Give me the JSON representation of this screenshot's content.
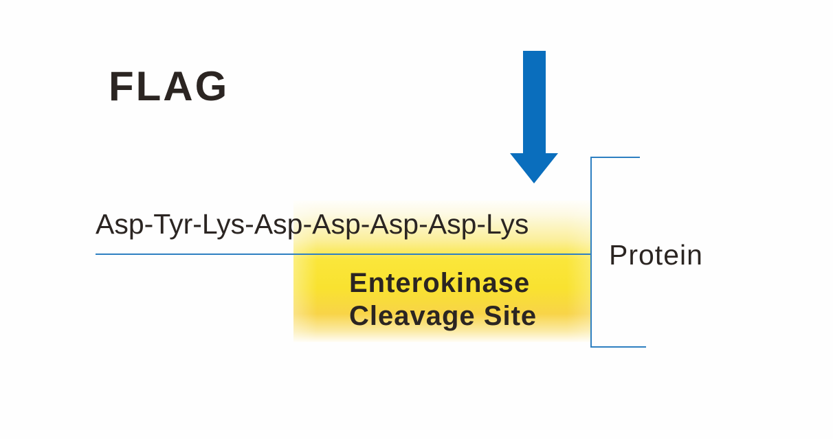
{
  "title": "FLAG",
  "sequence": "Asp-Tyr-Lys-Asp-Asp-Asp-Asp-Lys",
  "cleavage_site": {
    "line1": "Enterokinase",
    "line2": "Cleavage Site"
  },
  "protein_label": "Protein",
  "colors": {
    "arrow": "#0a6ebd",
    "line": "#2d7fc1",
    "highlight_core": "#f9e62c",
    "highlight_edge": "#f7c54a",
    "text": "#2b2522"
  }
}
